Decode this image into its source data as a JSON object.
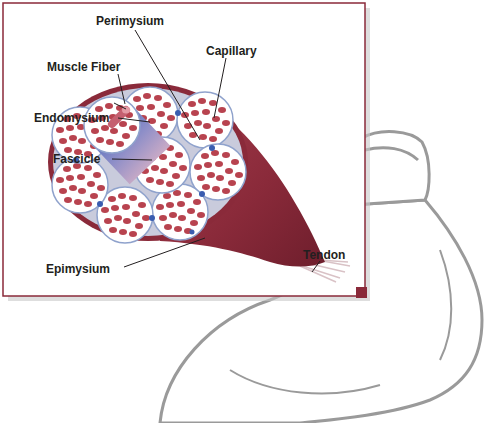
{
  "diagram": {
    "labels": [
      "Perimysium",
      "Capillary",
      "Muscle Fiber",
      "Endomysium",
      "Fascicle",
      "Tendon",
      "Epimysium"
    ]
  }
}
